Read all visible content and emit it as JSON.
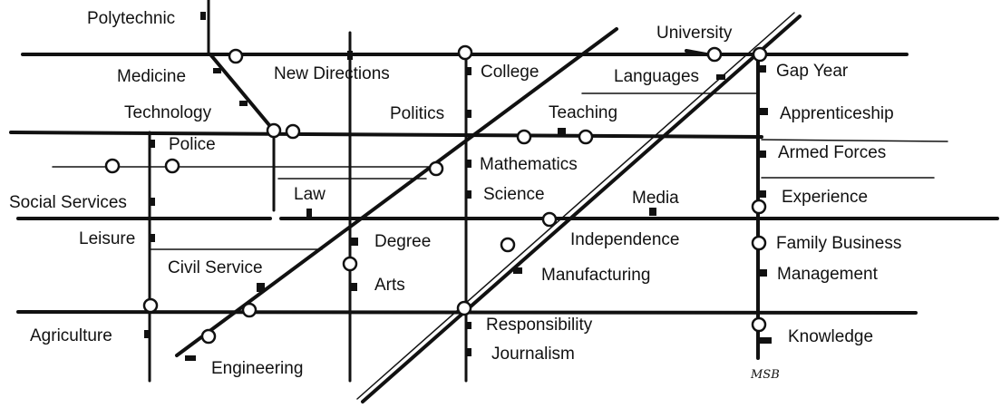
{
  "stations": {
    "polytechnic": "Polytechnic",
    "medicine": "Medicine",
    "new_directions": "New Directions",
    "technology": "Technology",
    "college": "College",
    "university": "University",
    "languages": "Languages",
    "gap_year": "Gap Year",
    "politics": "Politics",
    "teaching": "Teaching",
    "apprenticeship": "Apprenticeship",
    "police": "Police",
    "armed_forces": "Armed Forces",
    "mathematics": "Mathematics",
    "social_services": "Social Services",
    "law": "Law",
    "science": "Science",
    "media": "Media",
    "experience": "Experience",
    "leisure": "Leisure",
    "degree": "Degree",
    "independence": "Independence",
    "family_business": "Family Business",
    "civil_service": "Civil Service",
    "manufacturing": "Manufacturing",
    "management": "Management",
    "arts": "Arts",
    "agriculture": "Agriculture",
    "responsibility": "Responsibility",
    "knowledge": "Knowledge",
    "journalism": "Journalism",
    "engineering": "Engineering"
  },
  "signature": "MSB"
}
